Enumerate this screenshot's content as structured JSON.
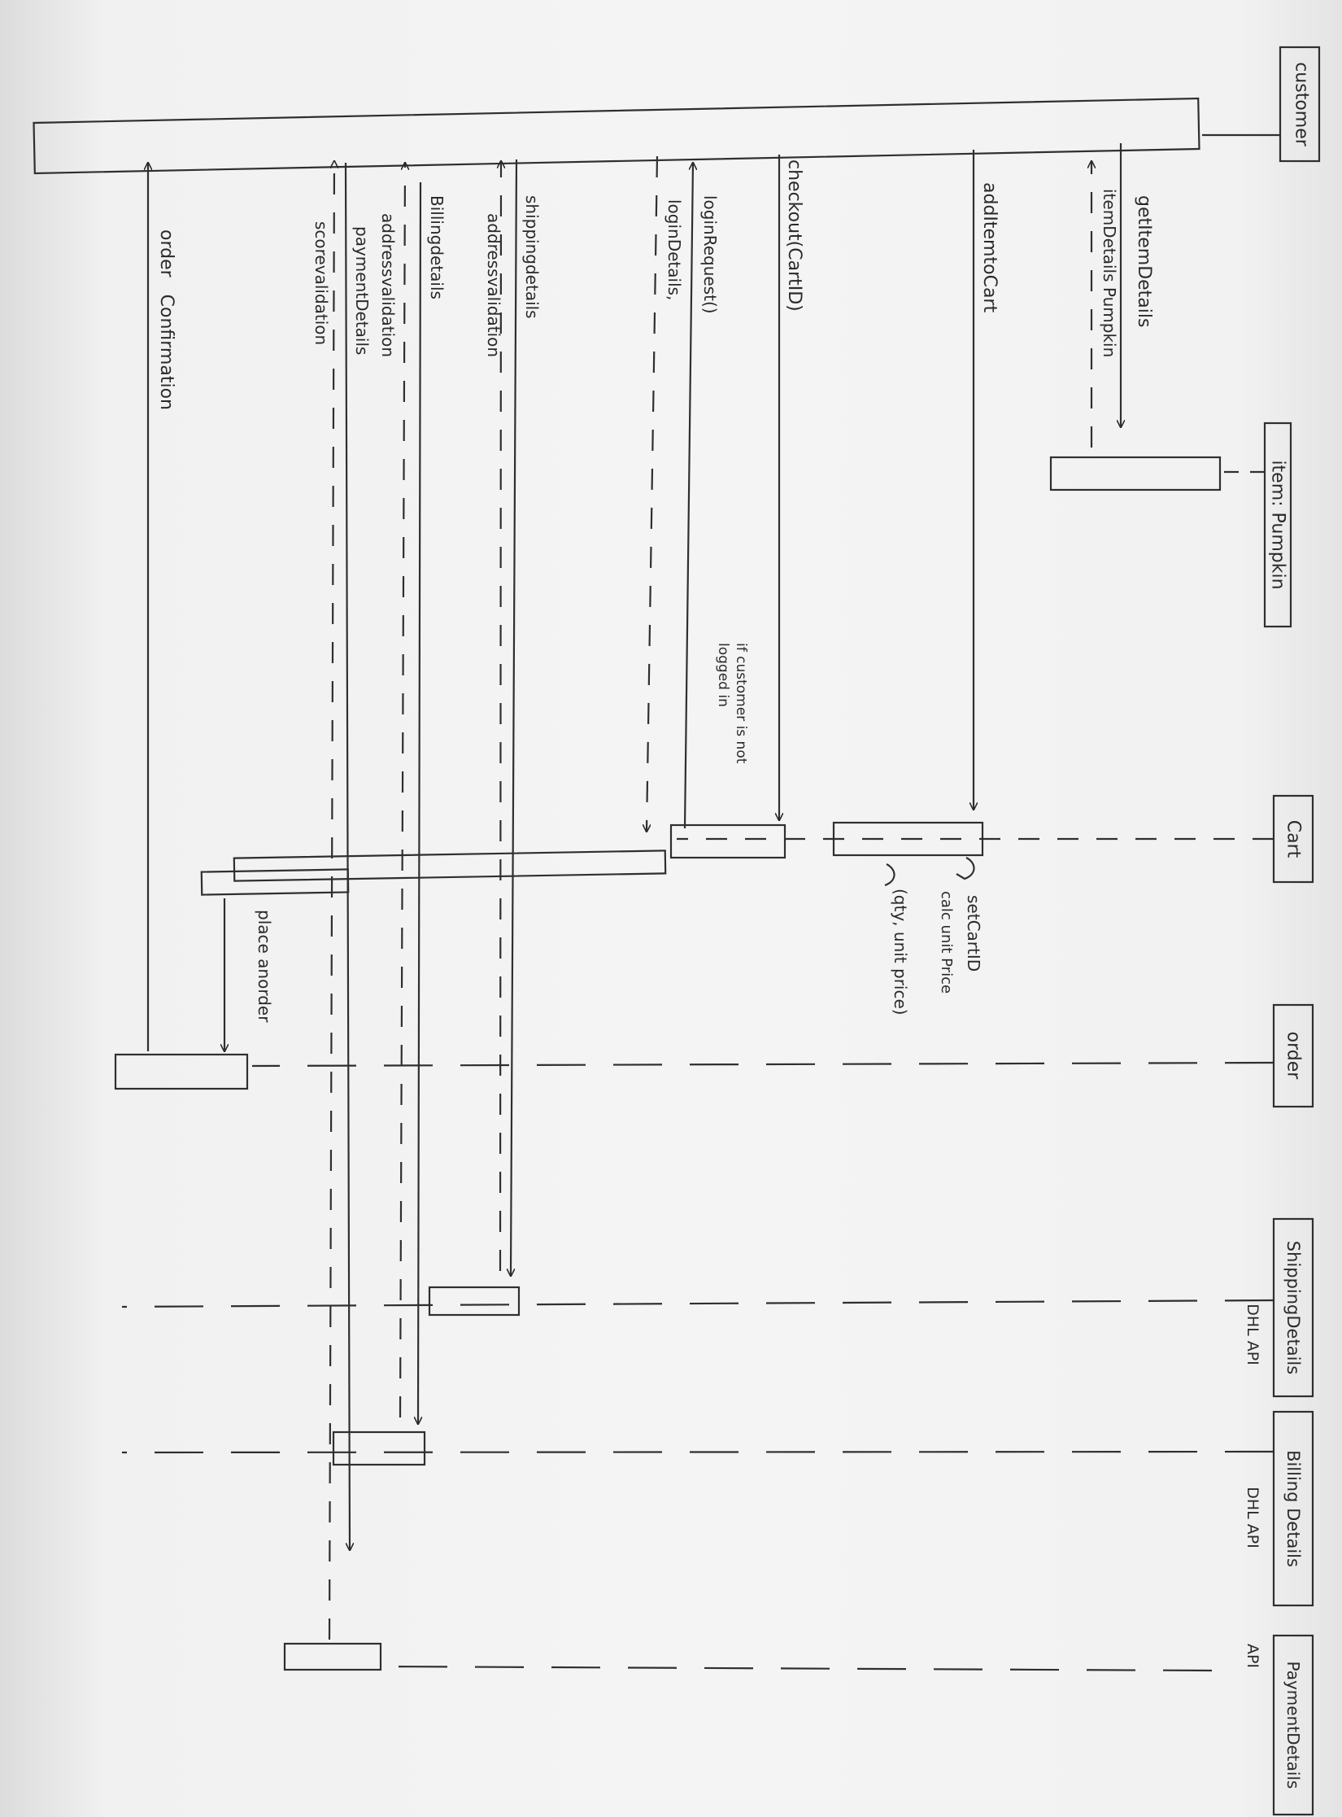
{
  "diagram": {
    "participants": [
      {
        "key": "customer",
        "label": "customer"
      },
      {
        "key": "item",
        "label": "item: Pumpkin"
      },
      {
        "key": "cart",
        "label": "Cart"
      },
      {
        "key": "order",
        "label": "order"
      },
      {
        "key": "shipping",
        "label": "ShippingDetails",
        "note": "DHL API"
      },
      {
        "key": "billing",
        "label": "Billing Details",
        "note": "DHL API"
      },
      {
        "key": "payment",
        "label": "PaymentDetails",
        "note": "API"
      }
    ],
    "messages": [
      {
        "key": "get-item-details",
        "label": "getItemDetails"
      },
      {
        "key": "item-details-pumpkin",
        "label": "itemDetails Pumpkin"
      },
      {
        "key": "add-item-to-cart",
        "label": "addItemtoCart"
      },
      {
        "key": "checkout",
        "label": "checkout(CartID)"
      },
      {
        "key": "login-request",
        "label": "loginRequest()"
      },
      {
        "key": "login-details",
        "label": "loginDetails,"
      },
      {
        "key": "shipping-details",
        "label": "shippingdetails"
      },
      {
        "key": "address-validation",
        "label": "addressvalidation"
      },
      {
        "key": "billing-details",
        "label": "Billingdetails"
      },
      {
        "key": "address-validation-2",
        "label": "addressvalidation"
      },
      {
        "key": "payment-details",
        "label": "paymentDetails"
      },
      {
        "key": "score-validation",
        "label": "scorevalidation"
      },
      {
        "key": "order-confirmation",
        "label": "order   Confirmation"
      },
      {
        "key": "set-cart-id",
        "label": "setCartID"
      },
      {
        "key": "calc-unit-price",
        "label": "calc unit Price"
      },
      {
        "key": "qty-unit-price",
        "label": "(qty, unit price)"
      },
      {
        "key": "place-an-order",
        "label": "place anorder"
      }
    ],
    "guard": {
      "line1": "if customer is not",
      "line2": "logged in"
    }
  }
}
